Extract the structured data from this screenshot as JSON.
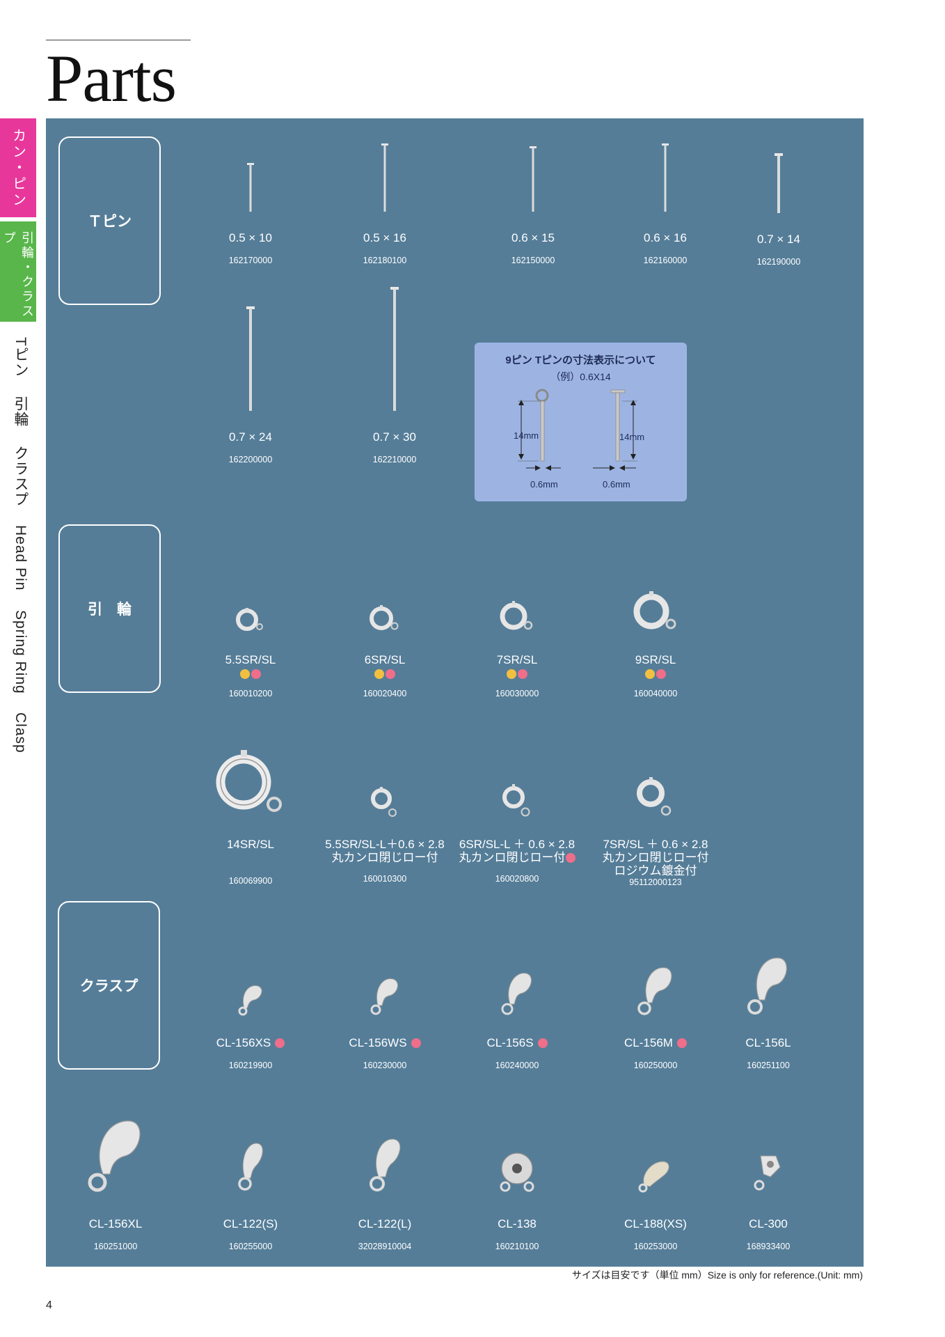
{
  "page_title": "Parts",
  "page_number": "4",
  "side_tabs": [
    "カン・ピン",
    "引輪・クラスプ"
  ],
  "side_nav": [
    "Tピン",
    "引輪",
    "クラスプ",
    "Head Pin",
    "Spring Ring",
    "Clasp"
  ],
  "sections": {
    "tpin": "Ｔピン",
    "springring": "引　輪",
    "clasp": "クラスプ"
  },
  "info": {
    "title": "9ピン Tピンの寸法表示について",
    "example": "（例）0.6X14",
    "len1": "14mm",
    "len2": "14mm",
    "dia1": "0.6mm",
    "dia2": "0.6mm"
  },
  "tpins": [
    {
      "name": "0.5 × 10",
      "code": "162170000"
    },
    {
      "name": "0.5 × 16",
      "code": "162180100"
    },
    {
      "name": "0.6 × 15",
      "code": "162150000"
    },
    {
      "name": "0.6 × 16",
      "code": "162160000"
    },
    {
      "name": "0.7 × 14",
      "code": "162190000"
    },
    {
      "name": "0.7 × 24",
      "code": "162200000"
    },
    {
      "name": "0.7 × 30",
      "code": "162210000"
    }
  ],
  "springrings": [
    {
      "name": "5.5SR/SL",
      "code": "160010200"
    },
    {
      "name": "6SR/SL",
      "code": "160020400"
    },
    {
      "name": "7SR/SL",
      "code": "160030000"
    },
    {
      "name": "9SR/SL",
      "code": "160040000"
    },
    {
      "name": "14SR/SL",
      "code": "160069900"
    },
    {
      "name": "5.5SR/SL-L＋0.6 × 2.8",
      "sub1": "丸カンロ閉じロー付",
      "code": "160010300"
    },
    {
      "name": "6SR/SL-L ＋ 0.6 × 2.8",
      "sub1": "丸カンロ閉じロー付",
      "code": "160020800"
    },
    {
      "name": "7SR/SL ＋ 0.6 × 2.8",
      "sub1": "丸カンロ閉じロー付",
      "sub2": "ロジウム鍍金付",
      "code": "95112000123"
    }
  ],
  "clasps": [
    {
      "name": "CL-156XS",
      "code": "160219900"
    },
    {
      "name": "CL-156WS",
      "code": "160230000"
    },
    {
      "name": "CL-156S",
      "code": "160240000"
    },
    {
      "name": "CL-156M",
      "code": "160250000"
    },
    {
      "name": "CL-156L",
      "code": "160251100"
    },
    {
      "name": "CL-156XL",
      "code": "160251000"
    },
    {
      "name": "CL-122(S)",
      "code": "160255000"
    },
    {
      "name": "CL-122(L)",
      "code": "32028910004"
    },
    {
      "name": "CL-138",
      "code": "160210100"
    },
    {
      "name": "CL-188(XS)",
      "code": "160253000"
    },
    {
      "name": "CL-300",
      "code": "168933400"
    }
  ],
  "footer_note": "サイズは目安です（単位 mm）Size is only for reference.(Unit: mm)",
  "colors": {
    "panel": "#557d98",
    "tab_pink": "#e8379a",
    "tab_green": "#58b64a",
    "dot_yellow": "#f2c040",
    "dot_pink": "#ef6e8a",
    "info_bg": "#9db4e3"
  }
}
